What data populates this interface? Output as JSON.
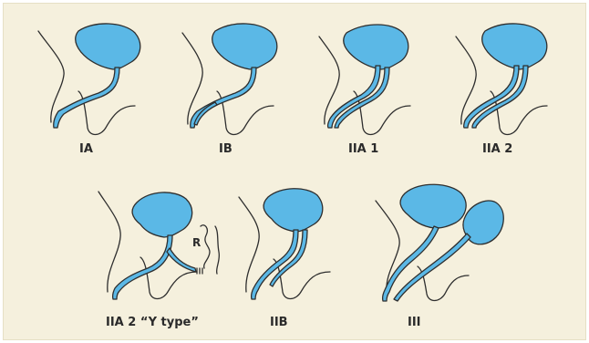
{
  "colors": {
    "background": "#f5f0dd",
    "fill": "#5bb8e6",
    "outline": "#2e2e2e"
  },
  "diagrams": [
    {
      "label": "IA"
    },
    {
      "label": "IB"
    },
    {
      "label": "IIA 1"
    },
    {
      "label": "IIA 2"
    },
    {
      "label": "IIA 2 “Y type”"
    },
    {
      "label": "IIB"
    },
    {
      "label": "III"
    }
  ],
  "annotations": {
    "r_marker": "R"
  }
}
